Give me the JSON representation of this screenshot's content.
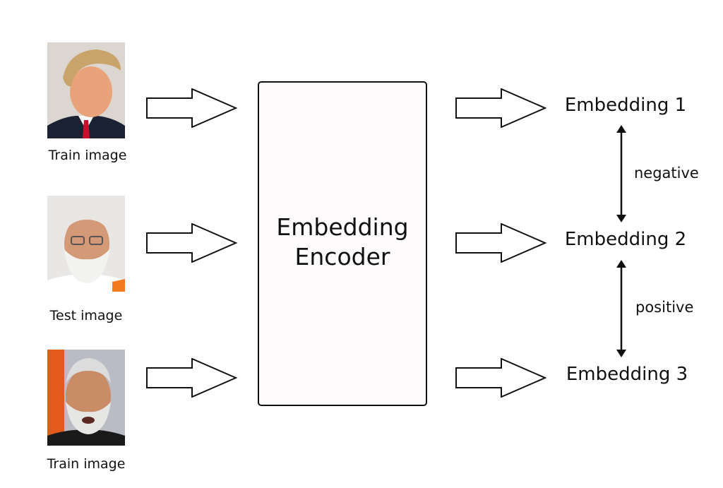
{
  "inputs": [
    {
      "label": "Train image",
      "suit": "#1b2233",
      "accent": "#c8102e",
      "hair": "#c9a46a"
    },
    {
      "label": "Test image",
      "suit": "#ffffff",
      "accent": "#f47a20",
      "hair": "#e8e6e3"
    },
    {
      "label": "Train image",
      "suit": "#1a1a1a",
      "accent": "#e25a1c",
      "hair": "#dcdcdc"
    }
  ],
  "encoder": {
    "line1": "Embedding",
    "line2": "Encoder"
  },
  "embeddings": [
    {
      "label": "Embedding 1"
    },
    {
      "label": "Embedding 2"
    },
    {
      "label": "Embedding 3"
    }
  ],
  "relations": [
    {
      "label": "negative"
    },
    {
      "label": "positive"
    }
  ]
}
